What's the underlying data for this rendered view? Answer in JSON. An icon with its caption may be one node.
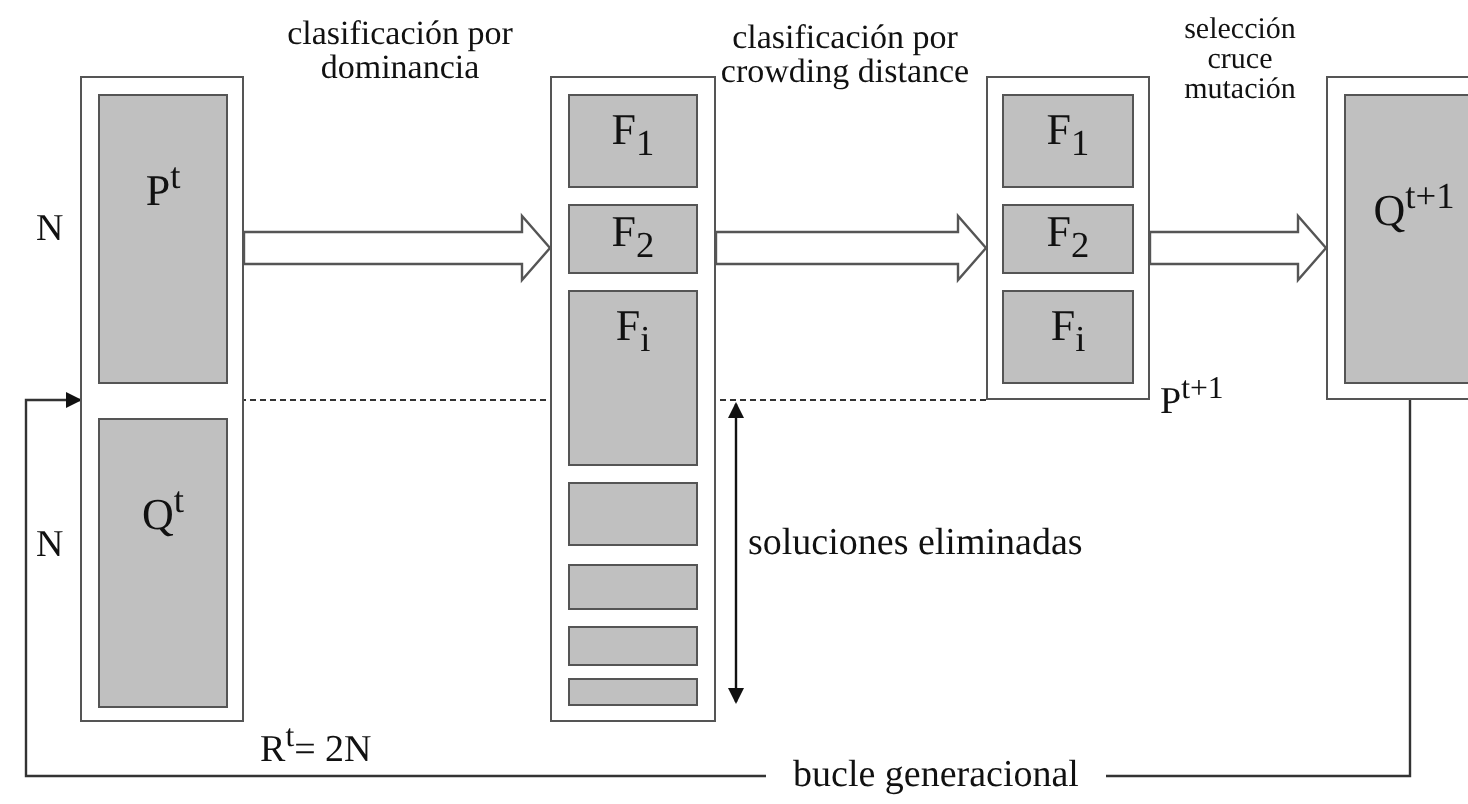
{
  "diagram": {
    "nodes": [
      {
        "text": [],
        "shape": "box",
        "beside": [
          "R$^{t}$= 2N"
        ]
      },
      {
        "text": [
          "P$^{t}$"
        ],
        "in": 0,
        "beside": [
          "N"
        ]
      },
      {
        "text": [
          "Q$^{t}$"
        ],
        "in": 0,
        "beside": [
          "N"
        ]
      },
      {
        "text": [],
        "shape": "box"
      },
      {
        "text": [
          "F$_{1}$"
        ],
        "in": 3
      },
      {
        "text": [
          "F$_{2}$"
        ],
        "in": 3
      },
      {
        "text": [
          "F$_{i}$"
        ],
        "in": 3
      },
      {
        "text": [],
        "shape": "box",
        "in": 3
      },
      {
        "text": [],
        "shape": "box",
        "in": 3
      },
      {
        "text": [],
        "shape": "box",
        "in": 3
      },
      {
        "text": [],
        "shape": "box",
        "in": 3
      },
      {
        "text": [],
        "shape": "box",
        "beside": [
          "P$^{t+1}$"
        ]
      },
      {
        "text": [
          "F$_{1}$"
        ],
        "in": 11
      },
      {
        "text": [
          "F$_{2}$"
        ],
        "in": 11
      },
      {
        "text": [
          "F$_{i}$"
        ],
        "in": 11
      },
      {
        "text": [],
        "shape": "box"
      },
      {
        "text": [
          "Q$^{t+1}$"
        ],
        "in": 15
      }
    ],
    "edges": [
      {
        "from": 0,
        "to": 3,
        "arrow": "to",
        "label": "clasificación por dominancia"
      },
      {
        "from": 3,
        "to": 11,
        "arrow": "to",
        "label": "clasificación por crowding distance"
      },
      {
        "from": 11,
        "to": 15,
        "arrow": "to",
        "label": "selección cruce mutación"
      },
      {
        "from": 15,
        "to": 0,
        "arrow": "to",
        "label": "bucle generacional"
      }
    ],
    "labels": [
      "soluciones eliminadas"
    ]
  }
}
